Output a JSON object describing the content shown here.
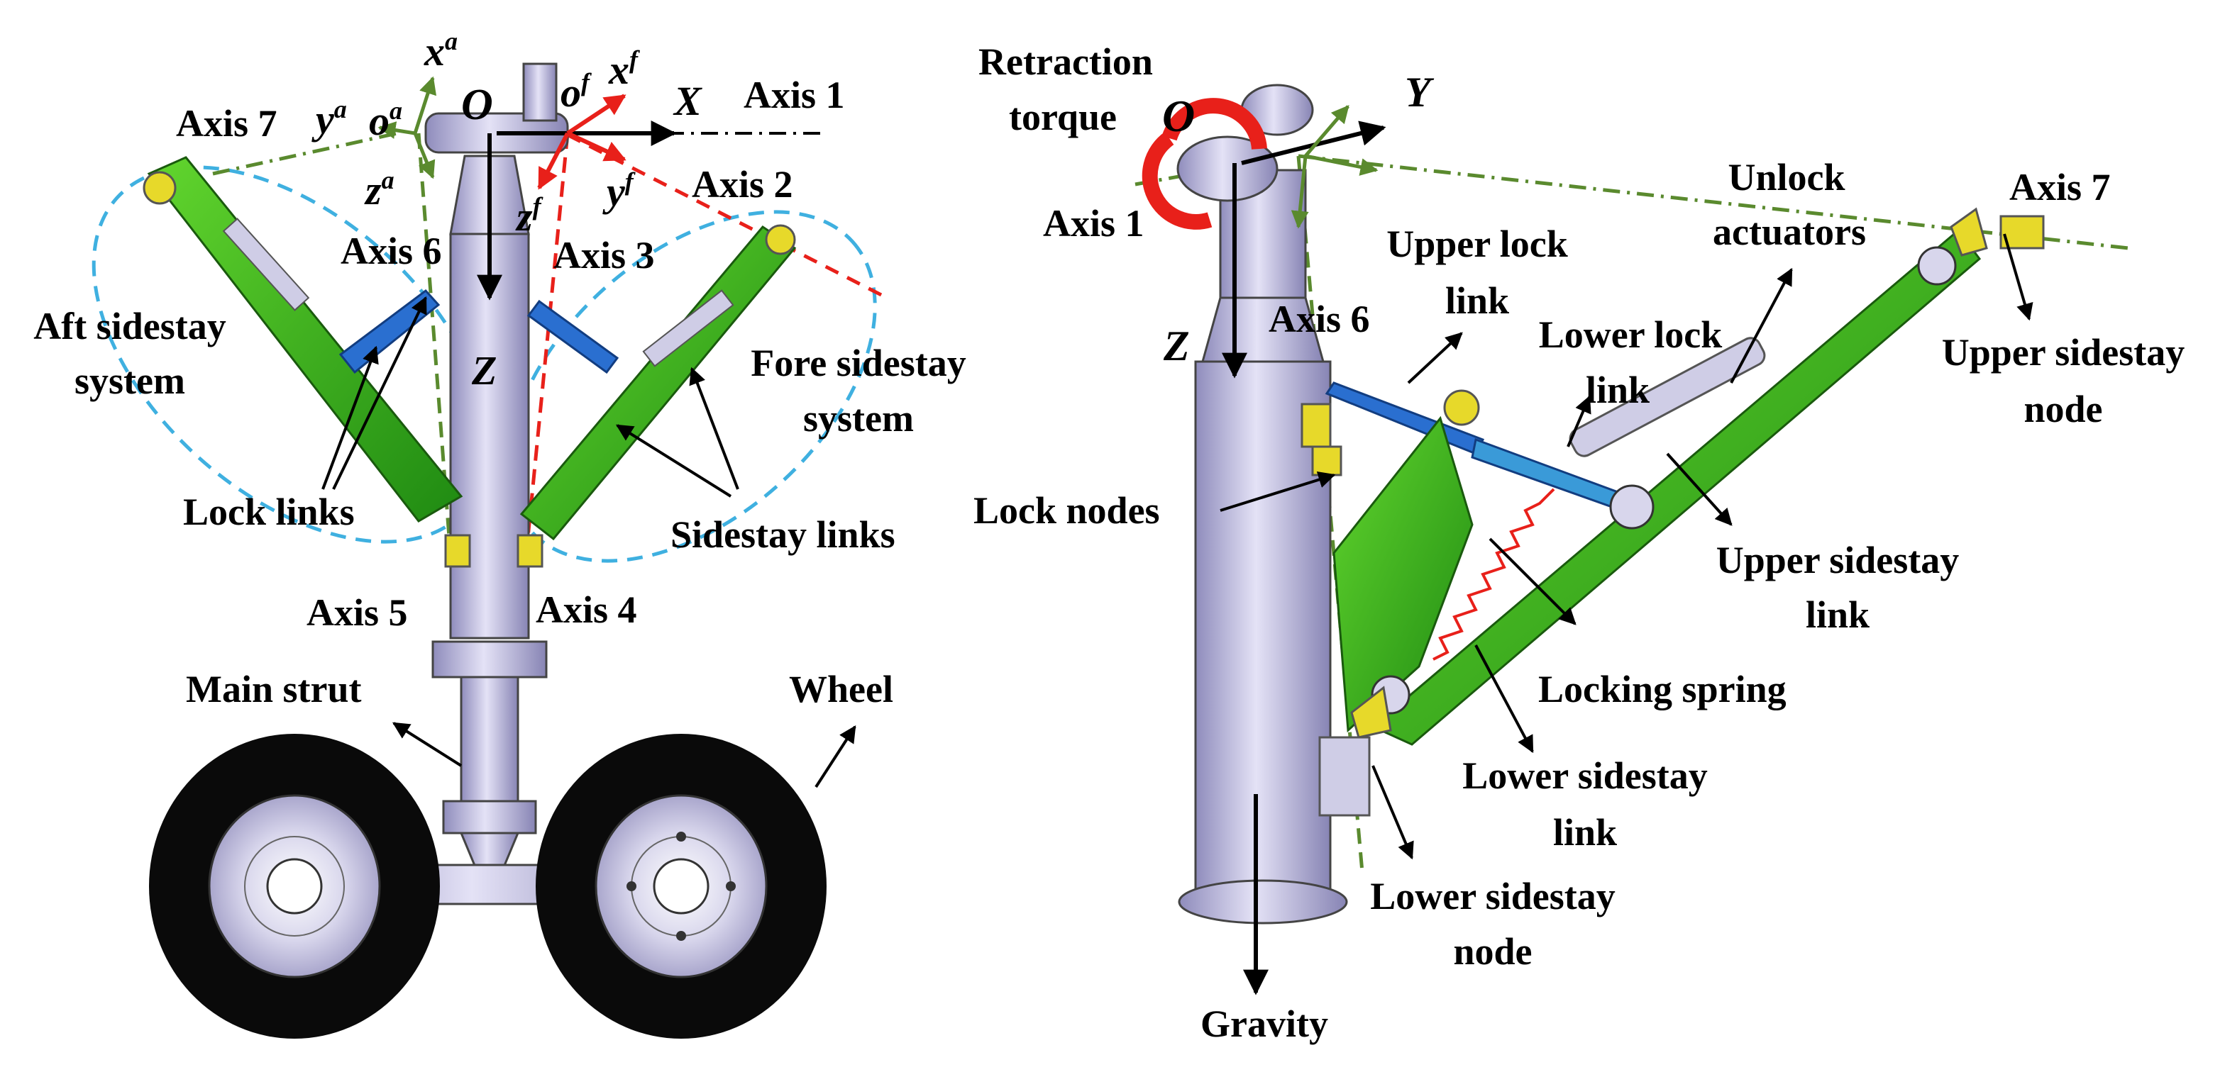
{
  "left_view": {
    "axes": {
      "axis1": "Axis 1",
      "axis2": "Axis 2",
      "axis3": "Axis 3",
      "axis4": "Axis 4",
      "axis5": "Axis 5",
      "axis6": "Axis 6",
      "axis7": "Axis 7"
    },
    "frame": {
      "origin": "O",
      "x": "X",
      "z": "Z",
      "xa": "x",
      "xa_sup": "a",
      "ya": "y",
      "ya_sup": "a",
      "za": "z",
      "za_sup": "a",
      "oa": "o",
      "oa_sup": "a",
      "xf": "x",
      "xf_sup": "f",
      "yf": "y",
      "yf_sup": "f",
      "zf": "z",
      "zf_sup": "f",
      "of": "o",
      "of_sup": "f"
    },
    "labels": {
      "aft_line1": "Aft sidestay",
      "aft_line2": "system",
      "fore_line1": "Fore sidestay",
      "fore_line2": "system",
      "lock_links": "Lock links",
      "sidestay_links": "Sidestay links",
      "main_strut": "Main strut",
      "wheel": "Wheel"
    }
  },
  "right_view": {
    "frame": {
      "origin": "O",
      "y": "Y",
      "z": "Z"
    },
    "labels": {
      "retraction_line1": "Retraction",
      "retraction_line2": "torque",
      "axis1": "Axis 1",
      "axis6": "Axis 6",
      "axis7": "Axis 7",
      "unlock_line1": "Unlock",
      "unlock_line2": "actuators",
      "upper_lock_line1": "Upper lock",
      "upper_lock_line2": "link",
      "lower_lock_line1": "Lower lock",
      "lower_lock_line2": "link",
      "upper_node_line1": "Upper sidestay",
      "upper_node_line2": "node",
      "lock_nodes": "Lock nodes",
      "upper_link_line1": "Upper sidestay",
      "upper_link_line2": "link",
      "locking_spring": "Locking spring",
      "lower_link_line1": "Lower sidestay",
      "lower_link_line2": "link",
      "lower_node_line1": "Lower sidestay",
      "lower_node_line2": "node",
      "gravity": "Gravity"
    }
  },
  "colors": {
    "strut": "#bdbbe0",
    "sidestay_green": "#3ec01a",
    "lock_blue": "#2a6fd0",
    "node_yellow": "#e7d92a",
    "axis_green": "#5a8a2e",
    "axis_red": "#e8201a",
    "ellipse_cyan": "#3fb0e0",
    "tire": "#0a0a0a"
  }
}
